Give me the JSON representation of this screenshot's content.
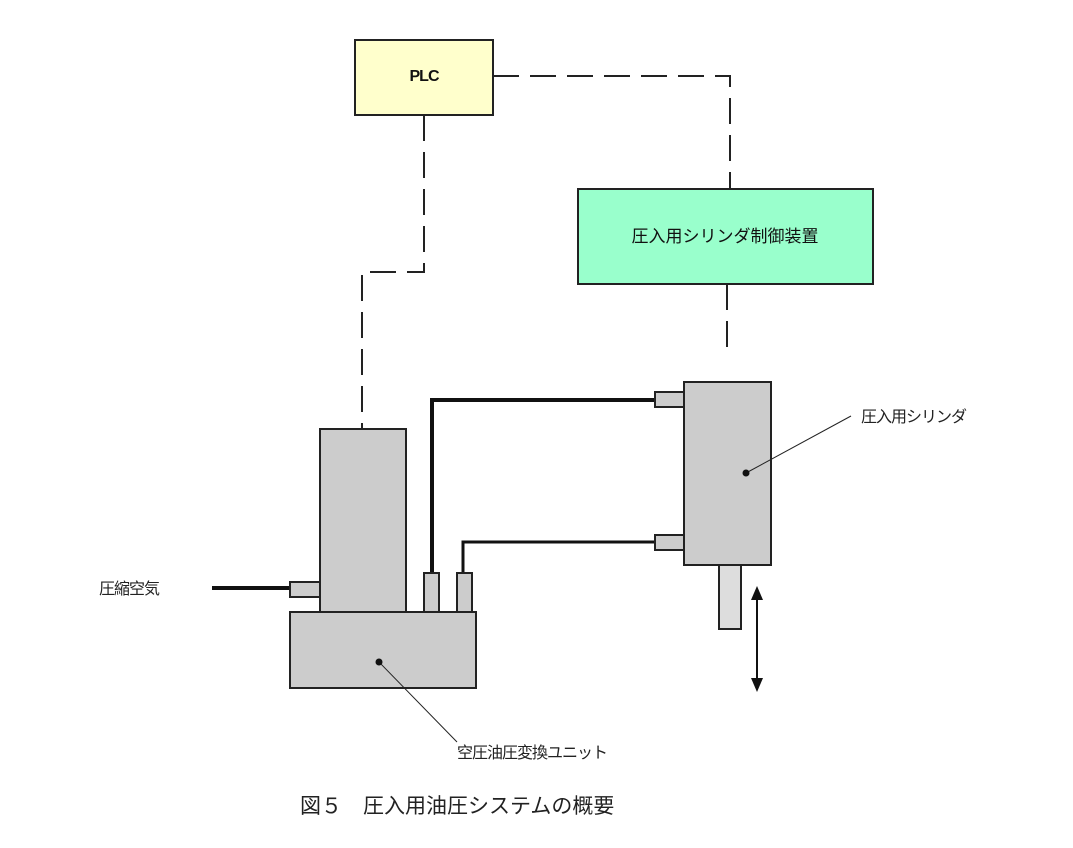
{
  "diagram": {
    "title": "圧入用油圧システムの概要",
    "nodes": {
      "plc": {
        "label": "PLC",
        "fill": "#ffffcc"
      },
      "controller": {
        "label": "圧入用シリンダ制御装置",
        "fill": "#99ffcc"
      },
      "cylinder": {
        "label": "圧入用シリンダ",
        "fill": "#cccccc"
      },
      "converter": {
        "label": "空圧油圧変換ユニット",
        "fill": "#cccccc"
      },
      "air_input": {
        "label": "圧縮空気"
      }
    },
    "connections": [
      {
        "from": "PLC",
        "to": "空圧油圧変換ユニット",
        "type": "signal (dashed)"
      },
      {
        "from": "PLC",
        "to": "圧入用シリンダ制御装置",
        "type": "signal (dashed)"
      },
      {
        "from": "圧入用シリンダ制御装置",
        "to": "圧入用シリンダ",
        "type": "signal (dashed)"
      },
      {
        "from": "空圧油圧変換ユニット",
        "to": "圧入用シリンダ",
        "type": "hydraulic line (upper port)"
      },
      {
        "from": "空圧油圧変換ユニット",
        "to": "圧入用シリンダ",
        "type": "hydraulic line (lower port)"
      },
      {
        "from": "圧縮空気",
        "to": "空圧油圧変換ユニット",
        "type": "air line"
      }
    ],
    "motion": "bidirectional vertical (rod up/down)"
  },
  "caption": {
    "figure_number": "図５",
    "text": "圧入用油圧システムの概要"
  },
  "colors": {
    "plc_fill": "#ffffcc",
    "controller_fill": "#99ffcc",
    "equipment_fill": "#cccccc",
    "rod_fill": "#dddddd",
    "line": "#111111"
  }
}
